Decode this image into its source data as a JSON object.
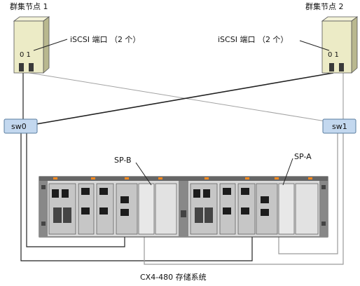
{
  "nodes": {
    "node1": {
      "label": "群集节点 1",
      "ports": "0 1",
      "callout": "iSCSI 端口 （2 个）"
    },
    "node2": {
      "label": "群集节点 2",
      "ports": "0 1",
      "callout": "iSCSI 端口 （2 个）"
    }
  },
  "switches": {
    "sw0": "sw0",
    "sw1": "sw1"
  },
  "storage": {
    "sp_b": "SP-B",
    "sp_a": "SP-A",
    "system_label": "CX4-480 存储系统"
  },
  "colors": {
    "tower_face": "#ecebc6",
    "tower_side": "#b9b88f",
    "switch_fill": "#c3d8ef",
    "switch_stroke": "#5a7d9f",
    "cable": "#222222",
    "cable_gray": "#9a9a9a",
    "enclosure": "#d6d6d6",
    "led": "#ff8a1f"
  }
}
